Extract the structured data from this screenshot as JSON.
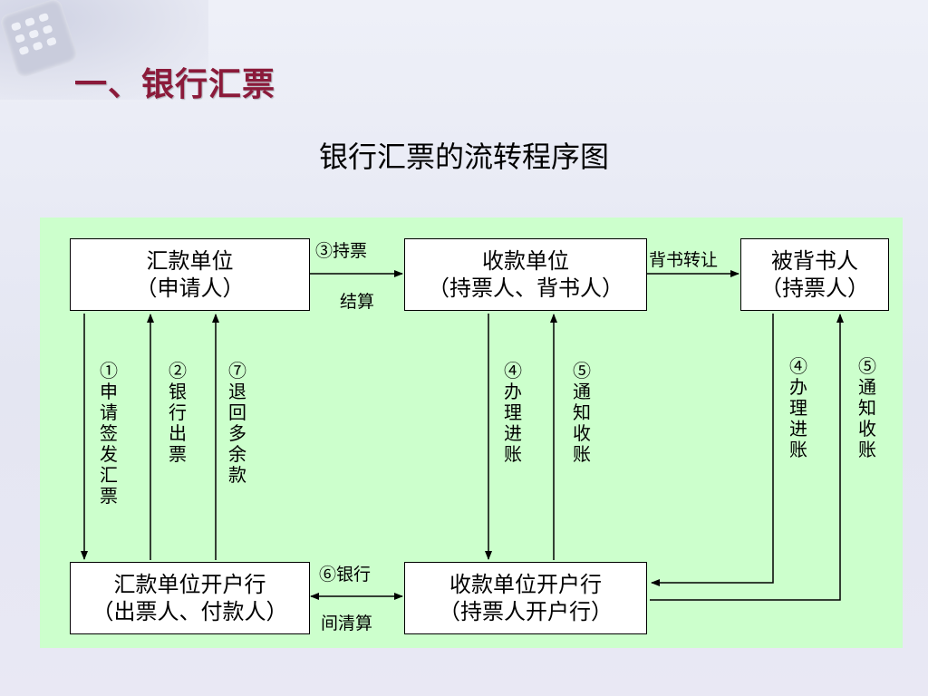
{
  "slide": {
    "title": "一、银行汇票",
    "subtitle": "银行汇票的流转程序图"
  },
  "boxes": {
    "remitter": {
      "line1": "汇款单位",
      "line2": "（申请人）"
    },
    "payee": {
      "line1": "收款单位",
      "line2": "（持票人、背书人）"
    },
    "endorsee": {
      "line1": "被背书人",
      "line2": "（持票人）"
    },
    "remitter_bank": {
      "line1": "汇款单位开户行",
      "line2": "（出票人、付款人）"
    },
    "payee_bank": {
      "line1": "收款单位开户行",
      "line2": "（持票人开户行）"
    }
  },
  "edges": {
    "step3_top": "③持票",
    "step3_bottom": "结算",
    "endorse": "背书转让",
    "step6_top": "⑥银行",
    "step6_bottom": "间清算",
    "step1": "①申请签发汇票",
    "step2": "②银行出票",
    "step7": "⑦退回多余款",
    "step4_left": "④办理进账",
    "step5_left": "⑤通知收账",
    "step4_right": "④办理进账",
    "step5_right": "⑤通知收账"
  },
  "colors": {
    "title": "#8b1a3a",
    "panel": "#ccffcc",
    "background": "#e6e8f4"
  }
}
